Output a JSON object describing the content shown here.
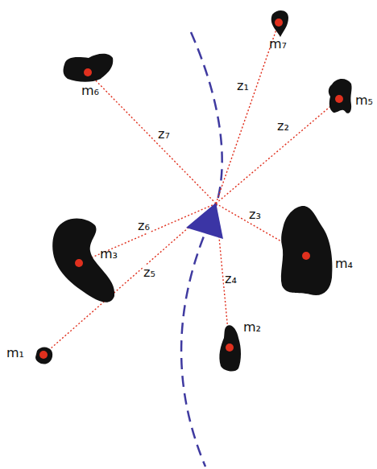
{
  "diagram": {
    "nodes": [
      {
        "text": [
          "m₇"
        ]
      },
      {
        "text": [
          "m₆"
        ]
      },
      {
        "text": [
          "m₅"
        ]
      },
      {
        "text": [
          "m₄"
        ]
      },
      {
        "text": [
          "m₃"
        ]
      },
      {
        "text": [
          "m₂"
        ]
      },
      {
        "text": [
          "m₁"
        ]
      }
    ],
    "labels": [
      "z₁",
      "z₇",
      "z₂",
      "z₆",
      "z₃",
      "z₅",
      "z₄"
    ]
  }
}
